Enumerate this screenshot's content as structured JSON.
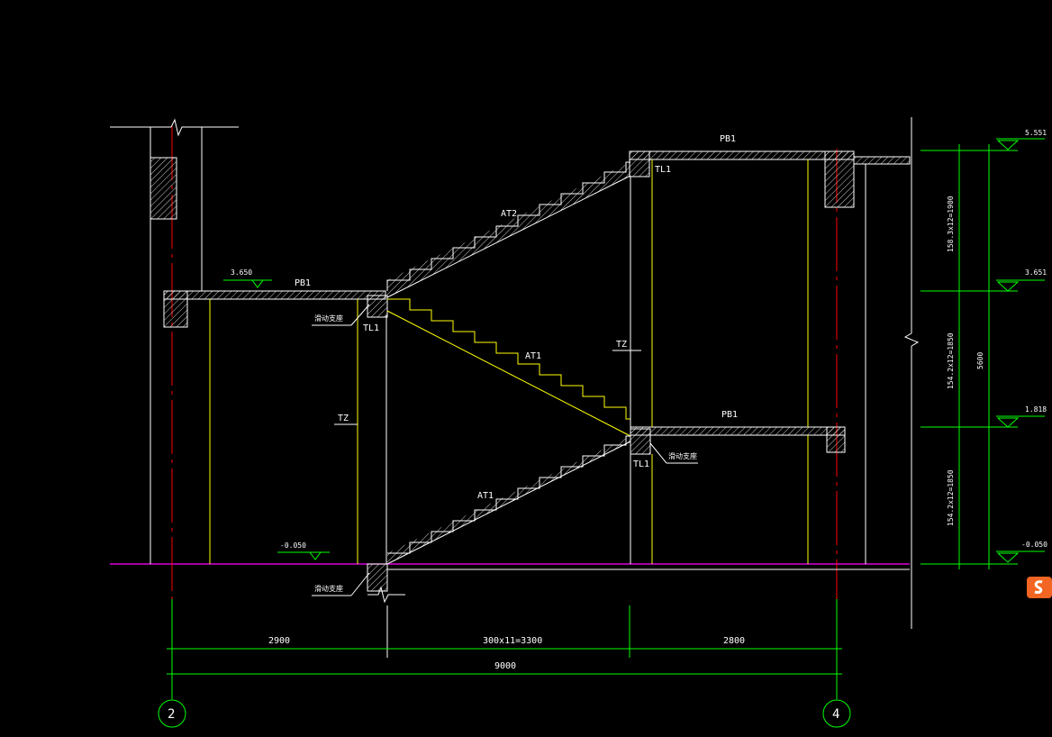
{
  "drawing": {
    "labels": {
      "pb1_upper": "PB1",
      "pb1_left": "PB1",
      "pb1_mid": "PB1",
      "at2": "AT2",
      "at1_mid": "AT1",
      "at1_low": "AT1",
      "tl1_upper": "TL1",
      "tl1_left": "TL1",
      "tl1_mid": "TL1",
      "tz_left": "TZ",
      "tz_right": "TZ",
      "support_left": "滑动支座",
      "support_mid": "滑动支座",
      "support_bottom": "滑动支座"
    },
    "levels": {
      "level_top": "5.551",
      "level_left": "3.650",
      "level_right_2": "3.651",
      "level_right_3": "1.818",
      "level_left_ground": "-0.050",
      "level_right_ground": "-0.050"
    },
    "vertical_dims": {
      "upper": "158.3x12=1900",
      "middle": "154.2x12=1850",
      "lower": "154.2x12=1850",
      "total": "5600"
    },
    "horizontal_dims": {
      "left": "2900",
      "middle": "300x11=3300",
      "right": "2800",
      "total": "9000"
    },
    "grid_axes": {
      "left": "2",
      "right": "4"
    }
  },
  "colors": {
    "background": "#000000",
    "structure": "#ffffff",
    "hatch": "#ffffff",
    "yellow": "#ffff00",
    "red": "#ff0000",
    "dimension": "#00ff00",
    "ground": "#ff00ff",
    "level_marker": "#00ff00",
    "badge": "#f26522"
  }
}
